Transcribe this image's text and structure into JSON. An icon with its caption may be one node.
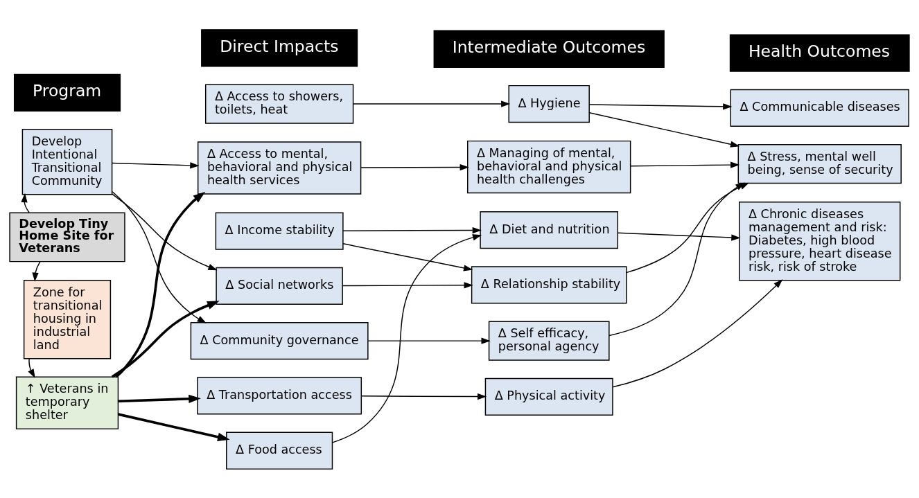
{
  "diagram": {
    "nodes": [
      {
        "text": [
          "Program"
        ]
      },
      {
        "text": [
          "Direct Impacts"
        ]
      },
      {
        "text": [
          "Intermediate Outcomes"
        ]
      },
      {
        "text": [
          "Health Outcomes"
        ]
      },
      {
        "text": [
          "Develop Intentional Transitional Community"
        ]
      },
      {
        "text": [
          "Develop Tiny Home Site for Veterans"
        ]
      },
      {
        "text": [
          "Zone for transitional housing in industrial land"
        ]
      },
      {
        "text": [
          "↑ Veterans in temporary shelter"
        ]
      },
      {
        "text": [
          "Δ Access to showers, toilets, heat"
        ]
      },
      {
        "text": [
          "Δ Access to mental, behavioral and physical health services"
        ]
      },
      {
        "text": [
          "Δ Income stability"
        ]
      },
      {
        "text": [
          "Δ Social networks"
        ]
      },
      {
        "text": [
          "Δ Community governance"
        ]
      },
      {
        "text": [
          "Δ Transportation access"
        ]
      },
      {
        "text": [
          "Δ Food access"
        ]
      },
      {
        "text": [
          "Δ Hygiene"
        ]
      },
      {
        "text": [
          "Δ Managing of mental, behavioral and physical health challenges"
        ]
      },
      {
        "text": [
          "Δ Diet and nutrition"
        ]
      },
      {
        "text": [
          "Δ Relationship stability"
        ]
      },
      {
        "text": [
          "Δ Self efficacy, personal agency"
        ]
      },
      {
        "text": [
          "Δ Physical activity"
        ]
      },
      {
        "text": [
          "Δ Communicable diseases"
        ]
      },
      {
        "text": [
          "Δ Stress, mental well being, sense of security"
        ]
      },
      {
        "text": [
          "Δ Chronic diseases management and risk: Diabetes, high blood pressure, heart disease risk, risk of stroke"
        ]
      }
    ],
    "edges": [
      {
        "from": 5,
        "to": 4,
        "arrow": "to"
      },
      {
        "from": 5,
        "to": 6,
        "arrow": "to"
      },
      {
        "from": 6,
        "to": 7,
        "arrow": "to"
      },
      {
        "from": 4,
        "to": 9,
        "arrow": "to"
      },
      {
        "from": 4,
        "to": 11,
        "arrow": "to"
      },
      {
        "from": 4,
        "to": 12,
        "arrow": "to"
      },
      {
        "from": 7,
        "to": 9,
        "arrow": "to",
        "style": "thick"
      },
      {
        "from": 7,
        "to": 11,
        "arrow": "to",
        "style": "thick"
      },
      {
        "from": 7,
        "to": 13,
        "arrow": "to",
        "style": "thick"
      },
      {
        "from": 7,
        "to": 14,
        "arrow": "to",
        "style": "thick"
      },
      {
        "from": 8,
        "to": 15,
        "arrow": "to"
      },
      {
        "from": 9,
        "to": 16,
        "arrow": "to"
      },
      {
        "from": 10,
        "to": 17,
        "arrow": "to"
      },
      {
        "from": 10,
        "to": 18,
        "arrow": "to"
      },
      {
        "from": 11,
        "to": 18,
        "arrow": "to"
      },
      {
        "from": 12,
        "to": 19,
        "arrow": "to"
      },
      {
        "from": 13,
        "to": 20,
        "arrow": "to"
      },
      {
        "from": 14,
        "to": 17,
        "arrow": "to"
      },
      {
        "from": 15,
        "to": 21,
        "arrow": "to"
      },
      {
        "from": 15,
        "to": 22,
        "arrow": "to"
      },
      {
        "from": 16,
        "to": 22,
        "arrow": "to"
      },
      {
        "from": 18,
        "to": 22,
        "arrow": "to"
      },
      {
        "from": 19,
        "to": 22,
        "arrow": "to"
      },
      {
        "from": 17,
        "to": 23,
        "arrow": "to"
      },
      {
        "from": 20,
        "to": 23,
        "arrow": "to"
      }
    ]
  }
}
